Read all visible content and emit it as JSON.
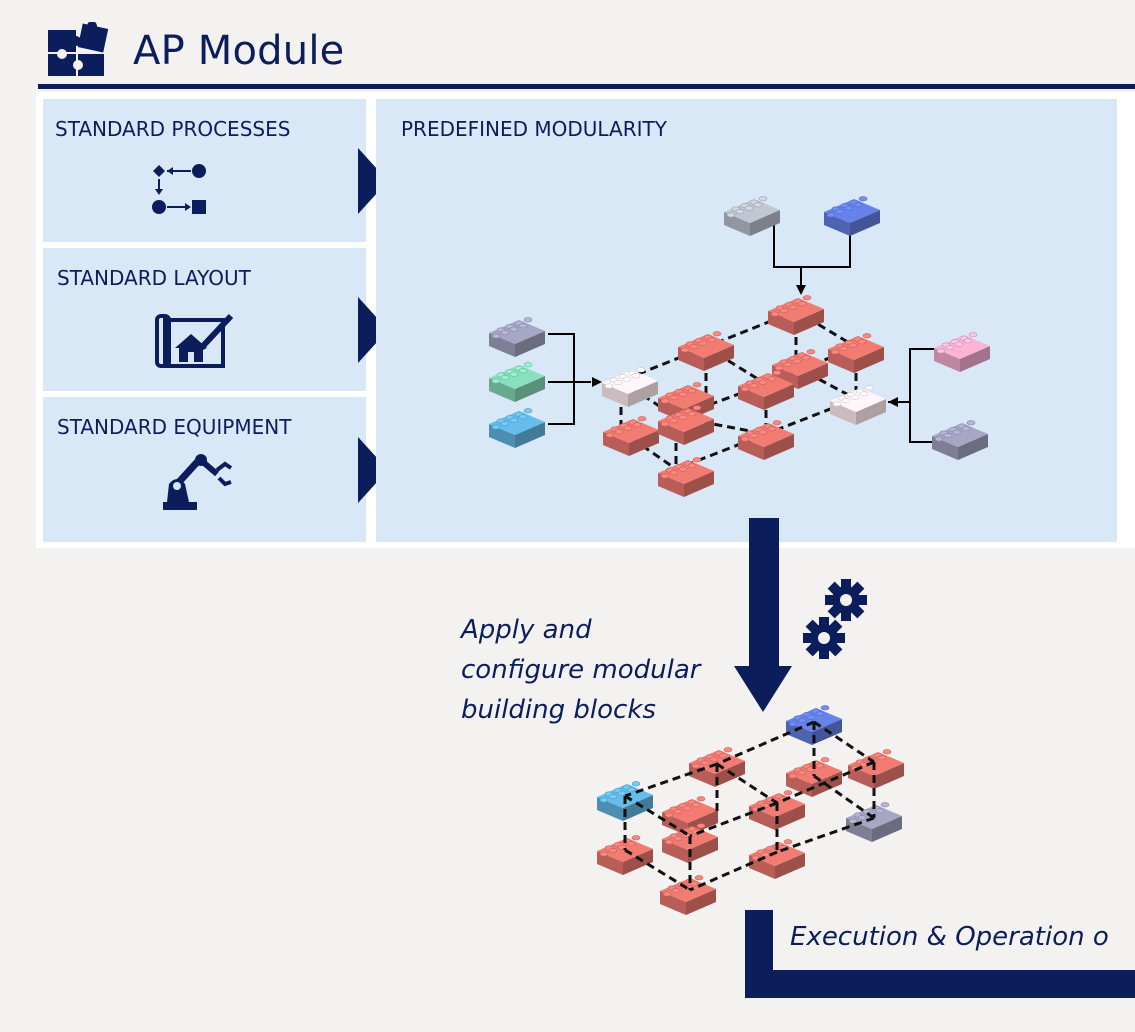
{
  "header": {
    "title": "AP Module",
    "logo_icon": "puzzle-pieces-icon"
  },
  "colors": {
    "navy": "#0c1d5c",
    "panel": "#d8e8f6",
    "brick": "#e0726a"
  },
  "left_boxes": [
    {
      "label": "STANDARD PROCESSES",
      "icon": "process-flow-icon"
    },
    {
      "label": "STANDARD LAYOUT",
      "icon": "blueprint-house-icon"
    },
    {
      "label": "STANDARD EQUIPMENT",
      "icon": "robot-arm-icon"
    }
  ],
  "main_panel": {
    "label": "PREDEFINED MODULARITY"
  },
  "process_step": {
    "caption_lines": [
      "Apply and",
      "configure modular",
      "building blocks"
    ],
    "icon": "gears-icon"
  },
  "footer": {
    "label": "Execution & Operation o"
  }
}
